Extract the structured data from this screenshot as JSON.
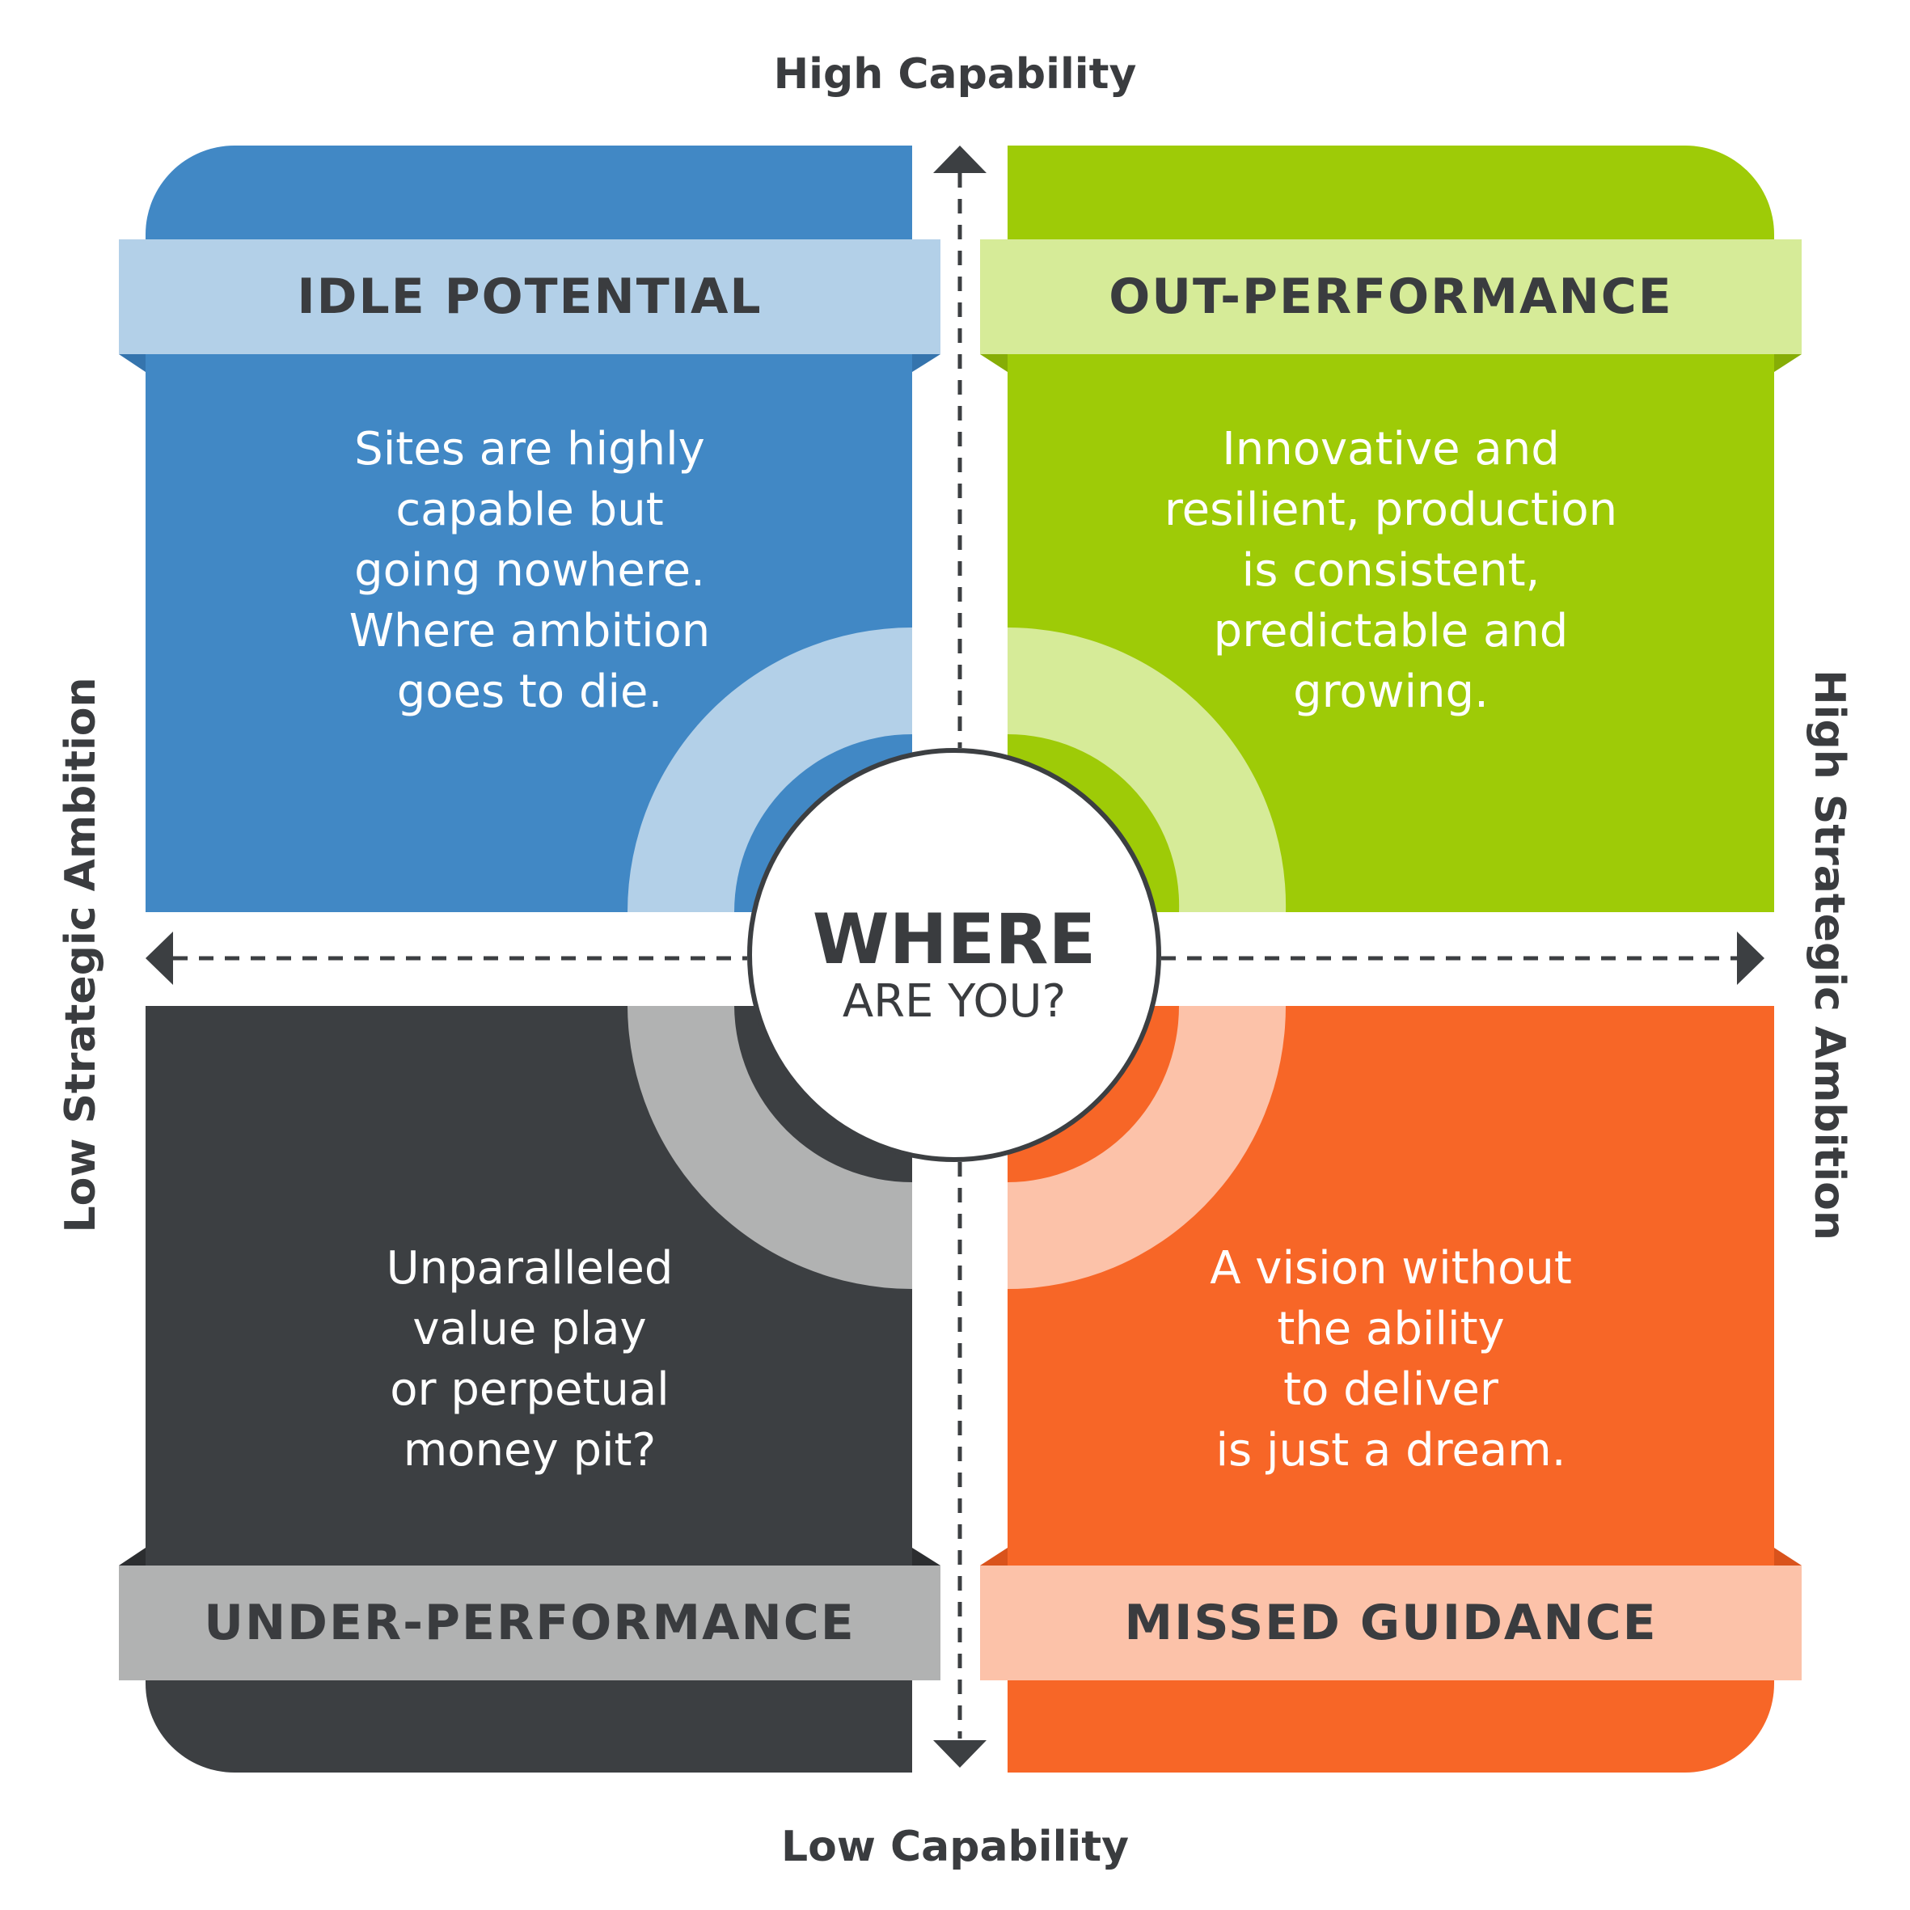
{
  "axes": {
    "top": "High Capability",
    "bottom": "Low Capability",
    "left": "Low Strategic Ambition",
    "right": "High Strategic Ambition"
  },
  "center": {
    "title": "WHERE",
    "subtitle": "ARE YOU?"
  },
  "quadrants": {
    "top_left": {
      "title": "IDLE POTENTIAL",
      "lines": [
        "Sites are highly",
        "capable but",
        "going nowhere.",
        "Where ambition",
        "goes to die."
      ],
      "color": "#4188c5",
      "ribbon_color": "#b3d0e8"
    },
    "top_right": {
      "title": "OUT-PERFORMANCE",
      "lines": [
        "Innovative and",
        "resilient, production",
        "is consistent,",
        "predictable and",
        "growing."
      ],
      "color": "#9ecb07",
      "ribbon_color": "#d6eb98"
    },
    "bottom_left": {
      "title": "UNDER-PERFORMANCE",
      "lines": [
        "Unparalleled",
        "value play",
        "or perpetual",
        "money pit?"
      ],
      "color": "#3c3f42",
      "ribbon_color": "#b1b2b2"
    },
    "bottom_right": {
      "title": "MISSED GUIDANCE",
      "lines": [
        "A vision without",
        "the ability",
        "to deliver",
        "is just a dream."
      ],
      "color": "#f76627",
      "ribbon_color": "#fcc2a9"
    }
  }
}
